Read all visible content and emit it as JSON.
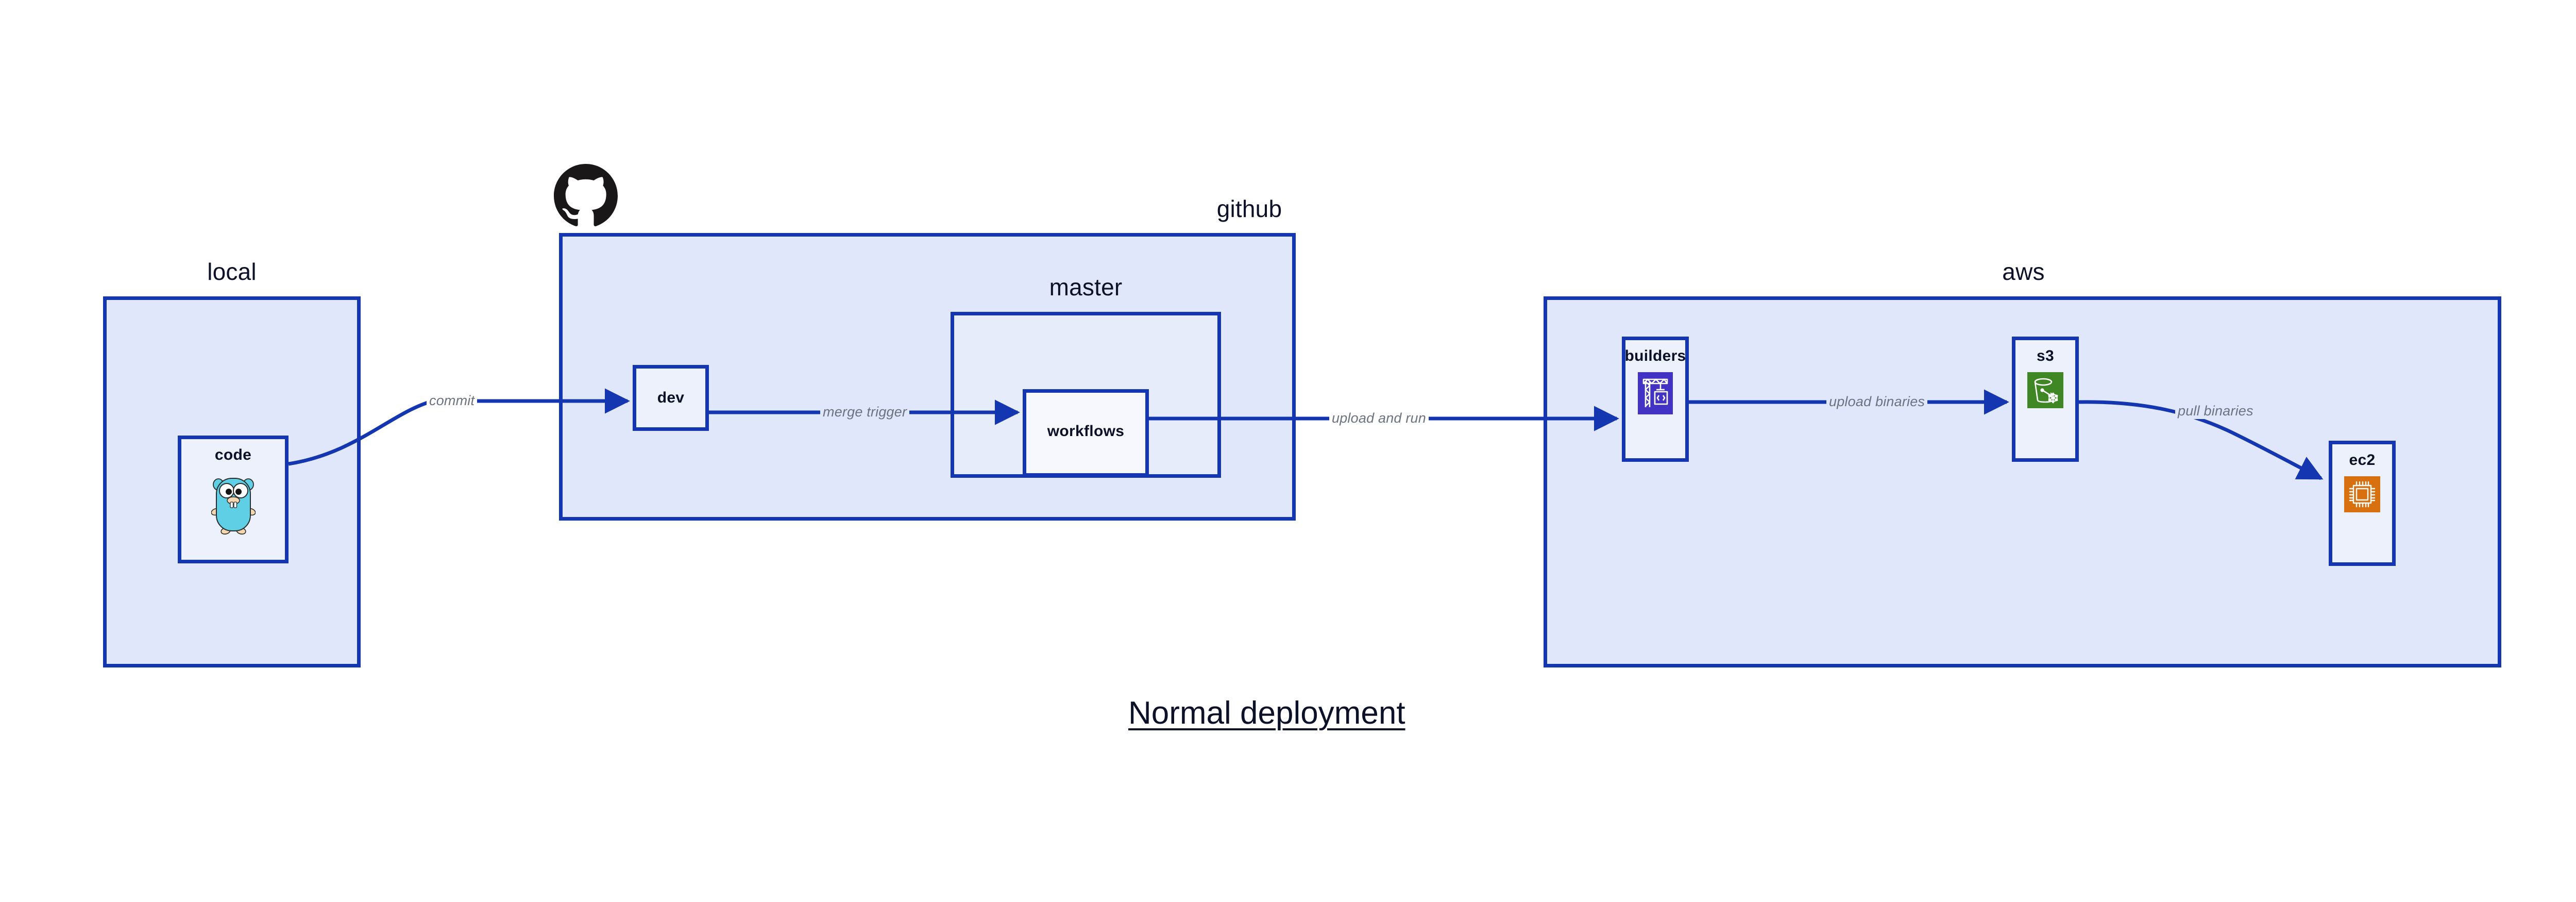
{
  "diagram": {
    "title": "Normal deployment",
    "colors": {
      "cluster_fill": "#E1E7FA",
      "node_fill": "#ECF1FC",
      "border": "#1436B0",
      "edge": "#1436B0",
      "edge_label": "#6B7280",
      "text": "#0D1128",
      "codebuild_purple": "#4233C4",
      "s3_green": "#3F8624",
      "ec2_orange": "#D9700F",
      "gopher_cyan": "#5ECFE4",
      "gopher_tan": "#F6D6AE",
      "octocat_black": "#191717"
    }
  },
  "clusters": [
    {
      "id": "local",
      "label": "local"
    },
    {
      "id": "github",
      "label": "github"
    },
    {
      "id": "master",
      "label": "master"
    },
    {
      "id": "aws",
      "label": "aws"
    }
  ],
  "nodes": [
    {
      "id": "code",
      "label": "code",
      "icon": "go-gopher-icon"
    },
    {
      "id": "dev",
      "label": "dev",
      "icon": "none"
    },
    {
      "id": "workflows",
      "label": "workflows",
      "icon": "none"
    },
    {
      "id": "builders",
      "label": "builders",
      "icon": "aws-codebuild-icon"
    },
    {
      "id": "s3",
      "label": "s3",
      "icon": "aws-s3-bucket-icon"
    },
    {
      "id": "ec2",
      "label": "ec2",
      "icon": "aws-ec2-chip-icon"
    }
  ],
  "edges": [
    {
      "id": "code-to-dev",
      "from": "code",
      "to": "dev",
      "label": "commit"
    },
    {
      "id": "dev-to-workflows",
      "from": "dev",
      "to": "workflows",
      "label": "merge trigger"
    },
    {
      "id": "workflows-to-builders",
      "from": "workflows",
      "to": "builders",
      "label": "upload and run"
    },
    {
      "id": "builders-to-s3",
      "from": "builders",
      "to": "s3",
      "label": "upload binaries"
    },
    {
      "id": "s3-to-ec2",
      "from": "s3",
      "to": "ec2",
      "label": "pull binaries"
    }
  ],
  "logos": [
    {
      "id": "github-octocat",
      "name": "github-octocat-logo"
    }
  ]
}
